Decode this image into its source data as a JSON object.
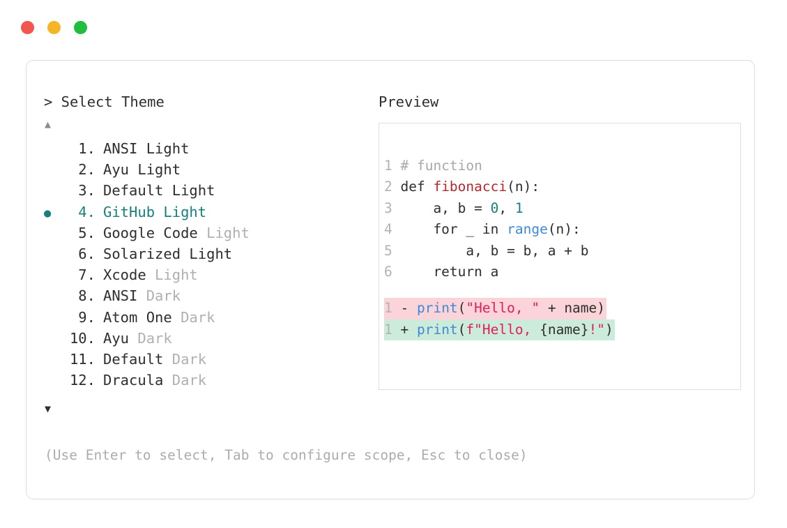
{
  "window": {
    "dots": [
      {
        "name": "close-dot",
        "color": "#f1564f"
      },
      {
        "name": "minimize-dot",
        "color": "#f5b526"
      },
      {
        "name": "maximize-dot",
        "color": "#22bd3d"
      }
    ]
  },
  "prompt": {
    "caret": ">",
    "title": " Select Theme"
  },
  "scroll": {
    "up": "▲",
    "down": "▼"
  },
  "list": {
    "selected_index": 4,
    "bullet": "●",
    "accent": "#16807e",
    "items": [
      {
        "index": " 1.",
        "name": "ANSI",
        "variant": " Light",
        "variant_dim": false,
        "selected": false
      },
      {
        "index": " 2.",
        "name": "Ayu",
        "variant": " Light",
        "variant_dim": false,
        "selected": false
      },
      {
        "index": " 3.",
        "name": "Default",
        "variant": " Light",
        "variant_dim": false,
        "selected": false
      },
      {
        "index": " 4.",
        "name": "GitHub",
        "variant": " Light",
        "variant_dim": false,
        "selected": true
      },
      {
        "index": " 5.",
        "name": "Google Code",
        "variant": " Light",
        "variant_dim": true,
        "selected": false
      },
      {
        "index": " 6.",
        "name": "Solarized",
        "variant": " Light",
        "variant_dim": false,
        "selected": false
      },
      {
        "index": " 7.",
        "name": "Xcode",
        "variant": " Light",
        "variant_dim": true,
        "selected": false
      },
      {
        "index": " 8.",
        "name": "ANSI",
        "variant": " Dark",
        "variant_dim": true,
        "selected": false
      },
      {
        "index": " 9.",
        "name": "Atom One",
        "variant": " Dark",
        "variant_dim": true,
        "selected": false
      },
      {
        "index": "10.",
        "name": "Ayu",
        "variant": " Dark",
        "variant_dim": true,
        "selected": false
      },
      {
        "index": "11.",
        "name": "Default",
        "variant": " Dark",
        "variant_dim": true,
        "selected": false
      },
      {
        "index": "12.",
        "name": "Dracula",
        "variant": " Dark",
        "variant_dim": true,
        "selected": false
      }
    ]
  },
  "hint": "(Use Enter to select, Tab to configure scope, Esc to close)",
  "preview": {
    "label": "Preview",
    "code_lines": [
      {
        "ln": "1",
        "tokens": [
          {
            "t": "# function",
            "c": "comment"
          }
        ]
      },
      {
        "ln": "2",
        "tokens": [
          {
            "t": "def ",
            "c": "kw"
          },
          {
            "t": "fibonacci",
            "c": "fn"
          },
          {
            "t": "(n):",
            "c": "punct"
          }
        ]
      },
      {
        "ln": "3",
        "tokens": [
          {
            "t": "    a, b = ",
            "c": "plain"
          },
          {
            "t": "0",
            "c": "num"
          },
          {
            "t": ", ",
            "c": "plain"
          },
          {
            "t": "1",
            "c": "num"
          }
        ]
      },
      {
        "ln": "4",
        "tokens": [
          {
            "t": "    for _ in ",
            "c": "plain"
          },
          {
            "t": "range",
            "c": "builtin"
          },
          {
            "t": "(n):",
            "c": "punct"
          }
        ]
      },
      {
        "ln": "5",
        "tokens": [
          {
            "t": "        a, b = b, a + b",
            "c": "plain"
          }
        ]
      },
      {
        "ln": "6",
        "tokens": [
          {
            "t": "    return a",
            "c": "plain"
          }
        ]
      }
    ],
    "diff_lines": [
      {
        "ln": "1",
        "sign": "-",
        "kind": "removed",
        "tokens": [
          {
            "t": "print",
            "c": "builtin"
          },
          {
            "t": "(",
            "c": "punct"
          },
          {
            "t": "\"Hello, \"",
            "c": "str"
          },
          {
            "t": " + name)",
            "c": "plain"
          }
        ]
      },
      {
        "ln": "1",
        "sign": "+",
        "kind": "added",
        "tokens": [
          {
            "t": "print",
            "c": "builtin"
          },
          {
            "t": "(",
            "c": "punct"
          },
          {
            "t": "f\"Hello, ",
            "c": "str"
          },
          {
            "t": "{name}",
            "c": "plain"
          },
          {
            "t": "!\"",
            "c": "str"
          },
          {
            "t": ")",
            "c": "punct"
          }
        ]
      }
    ]
  },
  "colors": {
    "accent_teal": "#16807e",
    "diff_removed_bg": "#fad4d8",
    "diff_added_bg": "#cdebda",
    "string_red": "#e01e5a",
    "function_red": "#b4282e",
    "builtin_blue": "#3d8ad6",
    "comment_gray": "#a8a8a8",
    "dim_gray": "#b0b0b0",
    "border_gray": "#dcdcdc"
  }
}
